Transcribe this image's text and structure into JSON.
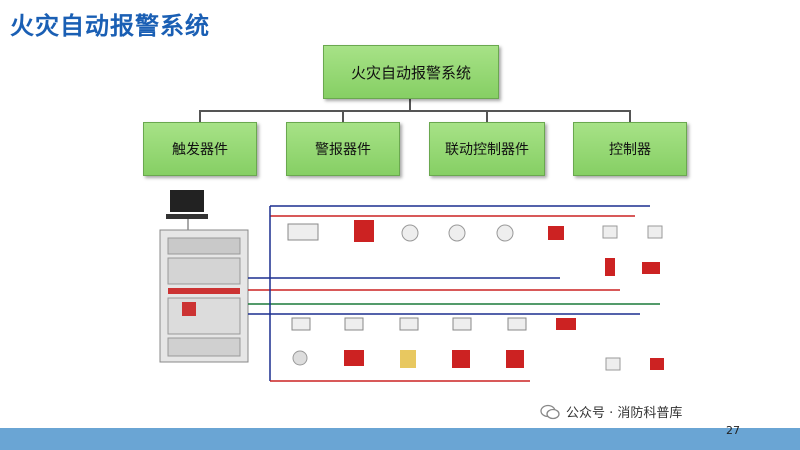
{
  "page": {
    "title": "火灾自动报警系统",
    "page_number": "27"
  },
  "tree": {
    "root": "火灾自动报警系统",
    "children": [
      "触发器件",
      "警报器件",
      "联动控制器件",
      "控制器"
    ]
  },
  "watermark": {
    "text": "公众号 · 消防科普库"
  },
  "colors": {
    "title": "#1a5fb4",
    "box": "#92d36e",
    "footer": "#6aa5d4"
  }
}
